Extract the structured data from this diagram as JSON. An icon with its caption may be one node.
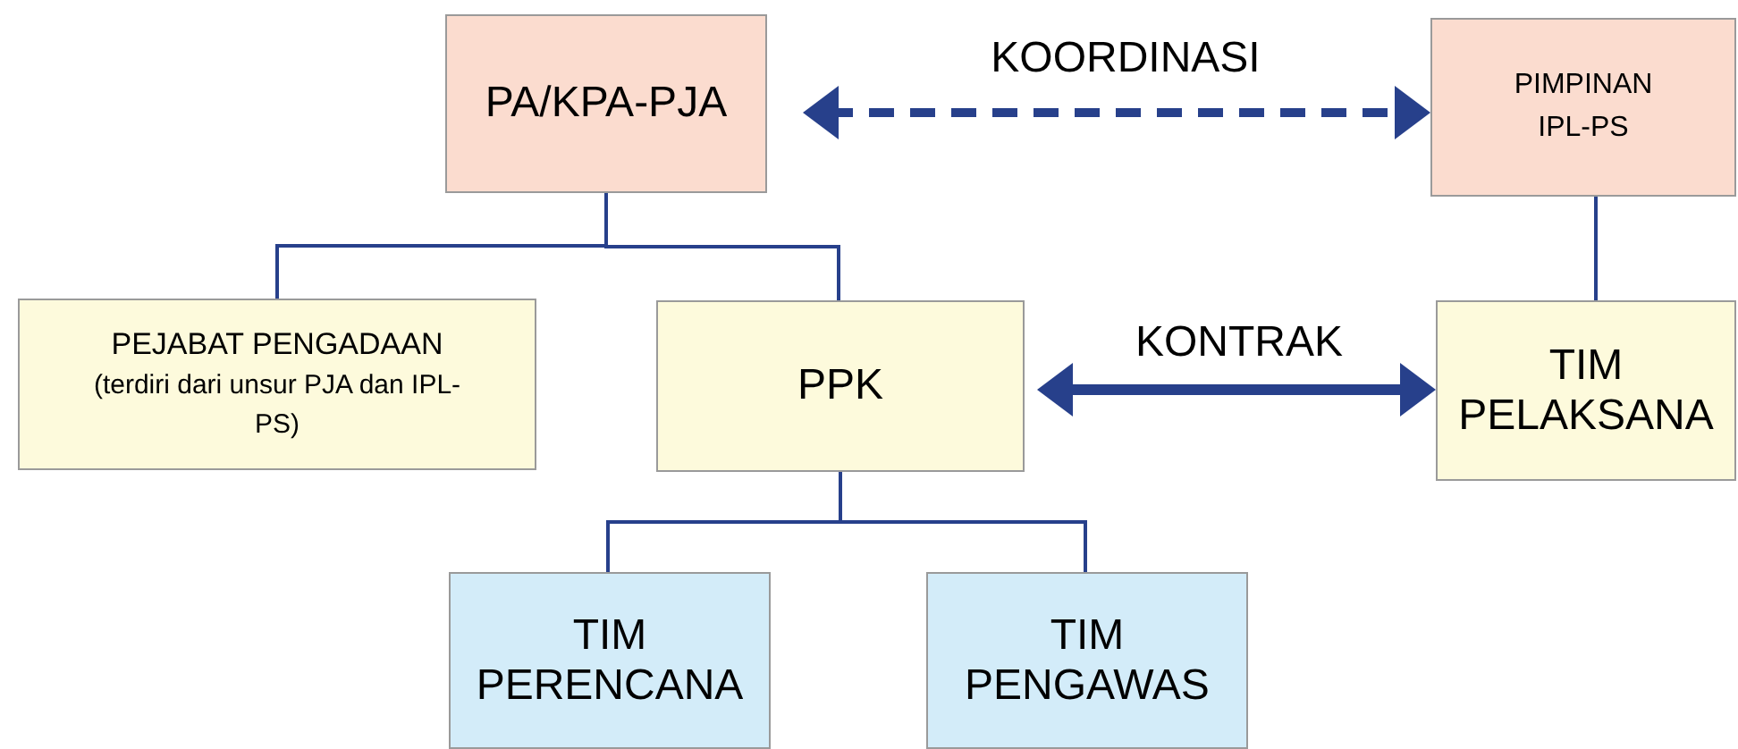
{
  "diagram": {
    "nodes": [
      {
        "text": [
          "PA/KPA-PJA"
        ]
      },
      {
        "text": [
          "PIMPINAN IPL-PS"
        ]
      },
      {
        "text": [
          "PEJABAT PENGADAAN",
          "(terdiri dari unsur PJA dan IPL-PS)"
        ]
      },
      {
        "text": [
          "PPK"
        ]
      },
      {
        "text": [
          "TIM PELAKSANA"
        ]
      },
      {
        "text": [
          "TIM PERENCANA"
        ]
      },
      {
        "text": [
          "TIM PENGAWAS"
        ]
      }
    ],
    "edges": [
      {
        "from": 0,
        "to": 1,
        "arrow": "both",
        "label": "KOORDINASI",
        "style": "dashed"
      },
      {
        "from": 0,
        "to": 2,
        "arrow": "none"
      },
      {
        "from": 0,
        "to": 3,
        "arrow": "none"
      },
      {
        "from": 1,
        "to": 4,
        "arrow": "none"
      },
      {
        "from": 3,
        "to": 4,
        "arrow": "both",
        "label": "KONTRAK",
        "style": "thick"
      },
      {
        "from": 3,
        "to": 5,
        "arrow": "none"
      },
      {
        "from": 3,
        "to": 6,
        "arrow": "none"
      }
    ]
  }
}
